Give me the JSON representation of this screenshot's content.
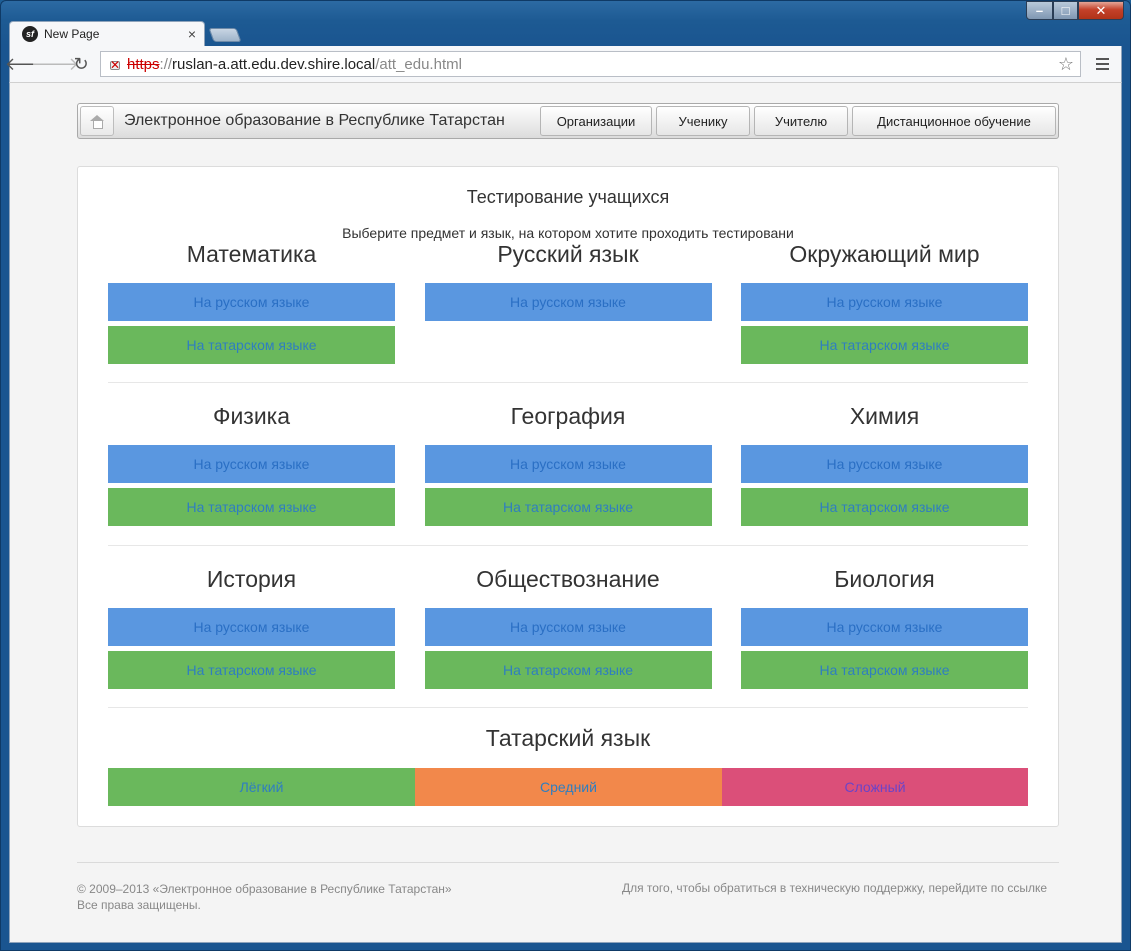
{
  "browser": {
    "tab_title": "New Page",
    "tab_favicon": "sf",
    "tab_close": "×",
    "url": {
      "scheme": "https",
      "separator": "://",
      "host": "ruslan-a.att.edu.dev.shire.local",
      "path": "/att_edu.html"
    },
    "icons": {
      "back": "back-arrow-icon",
      "forward": "forward-arrow-icon",
      "reload": "reload-icon",
      "bookmark": "star-icon",
      "menu": "hamburger-menu-icon"
    }
  },
  "navbar": {
    "brand": "Электронное образование в Республике Татарстан",
    "items": [
      "Организации",
      "Ученику",
      "Учителю",
      "Дистанционное обучение"
    ]
  },
  "panel": {
    "title": "Тестирование учащихся",
    "subtitle": "Выберите предмет и язык, на котором хотите проходить тестировани",
    "ru_label": "На русском языке",
    "tt_label": "На татарском языке",
    "subjects": [
      {
        "name": "Математика",
        "ru": "На русском языке",
        "tt": "На татарском языке"
      },
      {
        "name": "Русский язык",
        "ru": "На русском языке"
      },
      {
        "name": "Окружающий мир",
        "ru": "На русском языке",
        "tt": "На татарском языке"
      },
      {
        "name": "Физика",
        "ru": "На русском языке",
        "tt": "На татарском языке"
      },
      {
        "name": "География",
        "ru": "На русском языке",
        "tt": "На татарском языке"
      },
      {
        "name": "Химия",
        "ru": "На русском языке",
        "tt": "На татарском языке"
      },
      {
        "name": "История",
        "ru": "На русском языке",
        "tt": "На татарском языке"
      },
      {
        "name": "Обществознание",
        "ru": "На русском языке",
        "tt": "На татарском языке"
      },
      {
        "name": "Биология",
        "ru": "На русском языке",
        "tt": "На татарском языке"
      }
    ],
    "tatar": {
      "title": "Татарский язык",
      "levels": [
        "Лёгкий",
        "Средний",
        "Сложный"
      ]
    }
  },
  "footer": {
    "copyright": "© 2009–2013 «Электронное образование в Республике Татарстан»",
    "rights": "Все права защищены.",
    "support": "Для того, чтобы обратиться в техническую поддержку, перейдите по ссылке"
  },
  "colors": {
    "ru_button": "#5a97e0",
    "tt_button": "#6ab85c",
    "level_easy": "#6ab85c",
    "level_mid": "#f2884b",
    "level_hard": "#db4f79"
  }
}
